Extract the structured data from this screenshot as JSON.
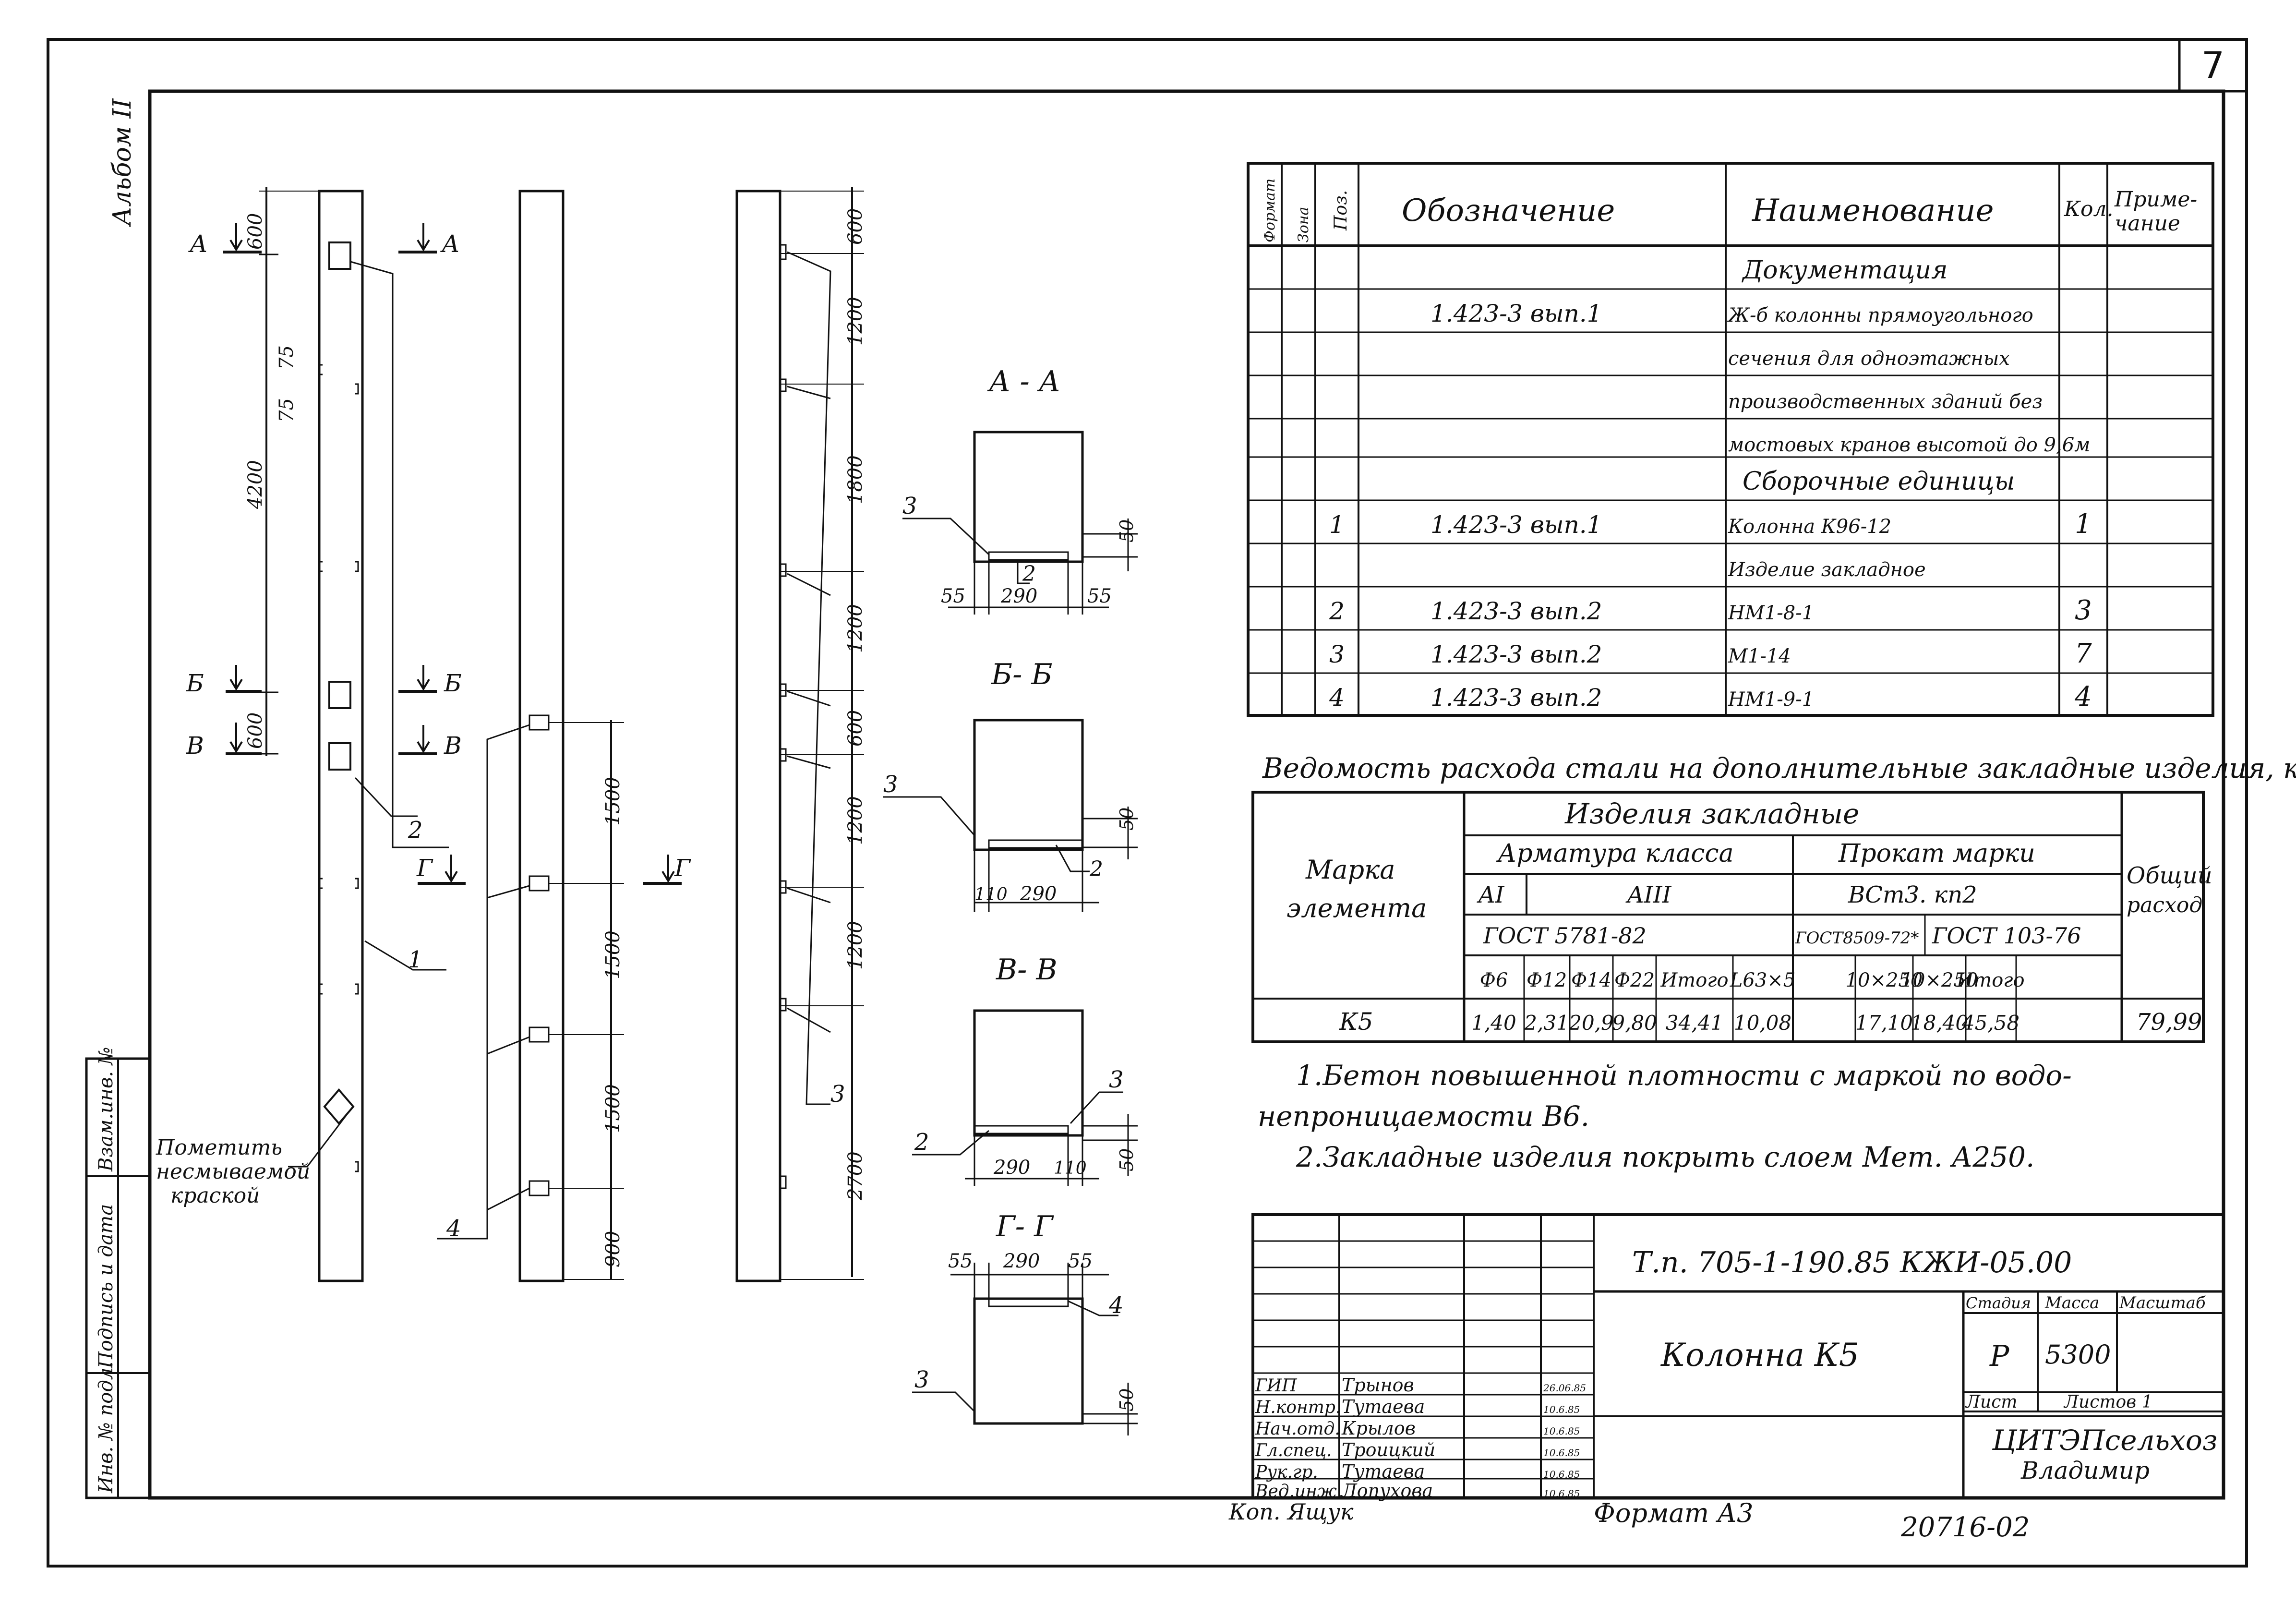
{
  "sheet": {
    "page_number": "7",
    "album": "Альбом II",
    "format_note": "Формат А3",
    "archive_number": "20716-02",
    "copied_by": "Коп. Ящук"
  },
  "left_stamp": {
    "inv_no_orig": "Инв. № подл.",
    "sign_date": "Подпись и дата",
    "repl_inv": "Взам.инв. №"
  },
  "column_views": {
    "section_marks": [
      "А",
      "А",
      "Б",
      "Б",
      "В",
      "В",
      "Г",
      "Г"
    ],
    "dims_front": [
      "600",
      "75",
      "75",
      "4200",
      "600"
    ],
    "dims_mid": [
      "1500",
      "1500",
      "1500",
      "900"
    ],
    "dims_side": [
      "600",
      "1200",
      "1800",
      "1200",
      "600",
      "1200",
      "1200",
      "2700"
    ],
    "callouts": [
      "1",
      "2",
      "3",
      "4"
    ],
    "mark_note": [
      "Пометить",
      "несмываемой",
      "краской"
    ]
  },
  "sections": [
    {
      "title": "А - А",
      "dims": [
        "55",
        "290",
        "55",
        "50"
      ],
      "callouts": [
        "3",
        "2"
      ]
    },
    {
      "title": "Б- Б",
      "dims": [
        "110",
        "290",
        "50"
      ],
      "callouts": [
        "3",
        "2"
      ]
    },
    {
      "title": "В- В",
      "dims": [
        "290",
        "110",
        "50"
      ],
      "callouts": [
        "2",
        "3"
      ]
    },
    {
      "title": "Г- Г",
      "dims": [
        "55",
        "290",
        "55",
        "50"
      ],
      "callouts": [
        "4",
        "3"
      ]
    }
  ],
  "spec_table": {
    "headers": [
      "Формат",
      "Зона",
      "Поз.",
      "Обозначение",
      "Наименование",
      "Кол.",
      "Приме-\nчание"
    ],
    "rows": [
      {
        "pos": "",
        "code": "",
        "name": "Документация",
        "qty": "",
        "style": "heading"
      },
      {
        "pos": "",
        "code": "1.423-3 вып.1",
        "name": "Ж-б колонны прямоугольного",
        "qty": ""
      },
      {
        "pos": "",
        "code": "",
        "name": "сечения для одноэтажных",
        "qty": ""
      },
      {
        "pos": "",
        "code": "",
        "name": "производственных зданий без",
        "qty": ""
      },
      {
        "pos": "",
        "code": "",
        "name": "мостовых кранов высотой до 9,6м",
        "qty": ""
      },
      {
        "pos": "",
        "code": "",
        "name": "Сборочные единицы",
        "qty": "",
        "style": "heading"
      },
      {
        "pos": "1",
        "code": "1.423-3 вып.1",
        "name": "Колонна  К96-12",
        "qty": "1"
      },
      {
        "pos": "",
        "code": "",
        "name": "Изделие закладное",
        "qty": ""
      },
      {
        "pos": "2",
        "code": "1.423-3 вып.2",
        "name": "НМ1-8-1",
        "qty": "3"
      },
      {
        "pos": "3",
        "code": "1.423-3 вып.2",
        "name": "М1-14",
        "qty": "7"
      },
      {
        "pos": "4",
        "code": "1.423-3 вып.2",
        "name": "НМ1-9-1",
        "qty": "4"
      }
    ]
  },
  "steel_table": {
    "title": "Ведомость расхода стали на дополнительные закладные изделия, кг",
    "mark_header": "Марка элемента",
    "group_header": "Изделия  закладные",
    "rebar_header": "Арматура класса",
    "rolled_header": "Прокат марки",
    "total_header": "Общий расход",
    "class_ai": "AI",
    "class_aiii": "AIII",
    "steel_grade": "ВСт3. кп2",
    "gost_rebar": "ГОСТ 5781-82",
    "gost_rolled1": "ГОСТ8509-72*",
    "gost_rolled2": "ГОСТ 103-76",
    "sizes": [
      "Ф6",
      "Ф12",
      "Ф14",
      "Ф22",
      "Итого",
      "L63×5",
      "",
      "10×250",
      "10×250",
      "Итого"
    ],
    "row": {
      "mark": "К5",
      "values": [
        "1,40",
        "2,31",
        "20,9",
        "9,80",
        "34,41",
        "10,08",
        "",
        "17,10",
        "18,40",
        "45,58"
      ],
      "total": "79,99"
    }
  },
  "notes": [
    "1.Бетон повышенной плотности с маркой по водо-",
    "непроницаемости В6.",
    "2.Закладные изделия покрыть слоем Мет. А250."
  ],
  "title_block": {
    "doc_code": "Т.п. 705-1-190.85   КЖИ-05.00",
    "title": "Колонна К5",
    "stage_label": "Стадия",
    "mass_label": "Масса",
    "scale_label": "Масштаб",
    "stage": "Р",
    "mass": "5300",
    "sheet_label": "Лист",
    "sheets_label": "Листов 1",
    "org_line1": "ЦИТЭПсельхоз",
    "org_line2": "Владимир",
    "people": [
      {
        "role": "ГИП",
        "name": "Трынов",
        "date": "26.06.85"
      },
      {
        "role": "Н.контр.",
        "name": "Тутаева",
        "date": "10.6.85"
      },
      {
        "role": "Нач.отд.",
        "name": "Крылов",
        "date": "10.6.85"
      },
      {
        "role": "Гл.спец.",
        "name": "Троицкий",
        "date": "10.6.85"
      },
      {
        "role": "Рук.гр.",
        "name": "Тутаева",
        "date": "10.6.85"
      },
      {
        "role": "Вед.инж.",
        "name": "Лопухова",
        "date": "10.6.85"
      }
    ]
  }
}
